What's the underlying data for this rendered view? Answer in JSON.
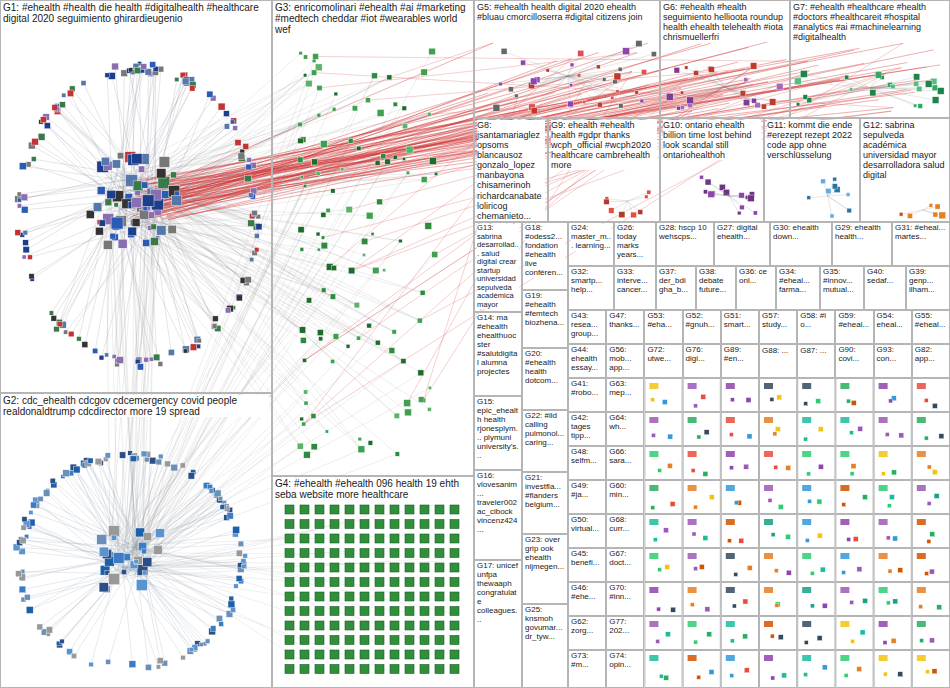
{
  "diagram": {
    "nodes": [
      {
        "text": [
          "G1: #ehealth #health die health #digitalhealth #healthcare digital 2020 seguimiento ghirardieugenio"
        ]
      },
      {
        "text": [
          "G3: enricomolinari #ehealth #ai #marketing #medtech cheddar #iot #wearables world wef"
        ]
      },
      {
        "text": [
          "G5: #ehealth health digital 2020 ehealth #bluau cmorcilloserra #digital citizens join"
        ]
      },
      {
        "text": [
          "G6: #ehealth #health seguimiento hellioota roundup health ehealth telehealth #iota chrismuellerfri"
        ]
      },
      {
        "text": [
          "G7: #ehealth #healthcare #health #doctors #healthcareit #hospital #analytics #ai #machinelearning #digitalhealth"
        ]
      },
      {
        "text": [
          "G8: jsantamariaglez opsoms blancausoz gonzalo_lopez manbayona chisamerinoh richardcanabate loliricog chemanieto..."
        ]
      },
      {
        "text": [
          "G9: ehealth #ehealth health #gdpr thanks wcph_official #wcph2020 healthcare cambrehealth more"
        ]
      },
      {
        "text": [
          "G10: ontario ehealth billion time lost behind look scandal still ontariohealthoh"
        ]
      },
      {
        "text": [
          "G11: kommt die ende #erezept rezept 2022 code app ohne verschlüsselung"
        ]
      },
      {
        "text": [
          "G12: sabrina sepulveda académica universidad mayor desarrolladora salud digital"
        ]
      },
      {
        "text": [
          "G13: sabrina desarrollad... salud digital crear startup universidad sepulveda académica mayor"
        ]
      },
      {
        "text": [
          "G18: #odess2... fondation #ehealth live conféren..."
        ]
      },
      {
        "text": [
          "G24: master_m... learning..."
        ]
      },
      {
        "text": [
          "G26: today marks years..."
        ]
      },
      {
        "text": [
          "G28: hscp 10 wehscps..."
        ]
      },
      {
        "text": [
          "G27: digital ehealth..."
        ]
      },
      {
        "text": [
          "G30: ehealth down..."
        ]
      },
      {
        "text": [
          "G29: ehealth health..."
        ]
      },
      {
        "text": [
          "G31: #eheal... martes..."
        ]
      },
      {
        "text": [
          "G32: smartp... help..."
        ]
      },
      {
        "text": [
          "G33: interve... cancer..."
        ]
      },
      {
        "text": [
          "G37: der_bdi gha_b..."
        ]
      },
      {
        "text": [
          "G38: debate future..."
        ]
      },
      {
        "text": [
          "G36: ce onl..."
        ]
      },
      {
        "text": [
          "G34: #eheal... farma..."
        ]
      },
      {
        "text": [
          "G35: #innov... mutual..."
        ]
      },
      {
        "text": [
          "G40: sedaf..."
        ]
      },
      {
        "text": [
          "G39: genp... ilham..."
        ]
      },
      {
        "text": [
          "G14: ma #ehealth ehealthuoc ster #salutdigital alumna projectes"
        ]
      },
      {
        "text": [
          "G19: #ehealth #femtech biozhena..."
        ]
      },
      {
        "text": [
          "G15: epic_ehealth health rjonesplym... plymuni university's..."
        ]
      },
      {
        "text": [
          "G20: #ehealth health dotcom..."
        ]
      },
      {
        "text": [
          "G16: vlovesanim... traveler002 ac_cibock vincenz424..."
        ]
      },
      {
        "text": [
          "G22: #ild calling pulmonol... caring..."
        ]
      },
      {
        "text": [
          "G21: investfla... #flanders belgium..."
        ]
      },
      {
        "text": [
          "G17: unicef unfpa thewaaph congratulate colleagues..."
        ]
      },
      {
        "text": [
          "G23: over grip ook ehealth nijmegen..."
        ]
      },
      {
        "text": [
          "G25: knsmoh govumar... dr_tyw..."
        ]
      },
      {
        "text": [
          "G2: cdc_ehealth cdcgov cdcemergency covid people realdonaldtrump cdcdirector more 19 spread"
        ]
      },
      {
        "text": [
          "G4: #ehealth #ehealth 096 health 19 ehth seba website more healthcare"
        ]
      },
      {
        "text": [
          "G43: resea... group..."
        ]
      },
      {
        "text": [
          "G47: thanks..."
        ]
      },
      {
        "text": [
          "G53: #eha..."
        ]
      },
      {
        "text": [
          "G52: #gnuh..."
        ]
      },
      {
        "text": [
          "G51: smart..."
        ]
      },
      {
        "text": [
          "G57: study..."
        ]
      },
      {
        "text": [
          "G58: #i o..."
        ]
      },
      {
        "text": [
          "G59: #eheal..."
        ]
      },
      {
        "text": [
          "G54: eheal..."
        ]
      },
      {
        "text": [
          "G55: #eheal..."
        ]
      },
      {
        "text": [
          "G44: ehealth essay..."
        ]
      },
      {
        "text": [
          "G56: mob... app..."
        ]
      },
      {
        "text": [
          "G72: utwe..."
        ]
      },
      {
        "text": [
          "G76: digi..."
        ]
      },
      {
        "text": [
          "G89: #en..."
        ]
      },
      {
        "text": [
          "G88: ..."
        ]
      },
      {
        "text": [
          "G87: ..."
        ]
      },
      {
        "text": [
          "G90: covi..."
        ]
      },
      {
        "text": [
          "G93: con..."
        ]
      },
      {
        "text": [
          "G82: app..."
        ]
      },
      {
        "text": [
          "G41: #robo..."
        ]
      },
      {
        "text": [
          "G63: mep..."
        ]
      },
      {
        "text": [
          "G42: tages tipp..."
        ]
      },
      {
        "text": [
          "G64: wh..."
        ]
      },
      {
        "text": [
          "G48: selfm..."
        ]
      },
      {
        "text": [
          "G66: sara..."
        ]
      },
      {
        "text": [
          "G49: #ja..."
        ]
      },
      {
        "text": [
          "G60: min..."
        ]
      },
      {
        "text": [
          "G50: virtual..."
        ]
      },
      {
        "text": [
          "G68: curr..."
        ]
      },
      {
        "text": [
          "G45: benefi..."
        ]
      },
      {
        "text": [
          "G67: doct..."
        ]
      },
      {
        "text": [
          "G46: #ehe..."
        ]
      },
      {
        "text": [
          "G70: #inn..."
        ]
      },
      {
        "text": [
          "G62: zorg..."
        ]
      },
      {
        "text": [
          "G77: 202..."
        ]
      },
      {
        "text": [
          "G73: #m..."
        ]
      },
      {
        "text": [
          "G74: opin..."
        ]
      }
    ]
  }
}
